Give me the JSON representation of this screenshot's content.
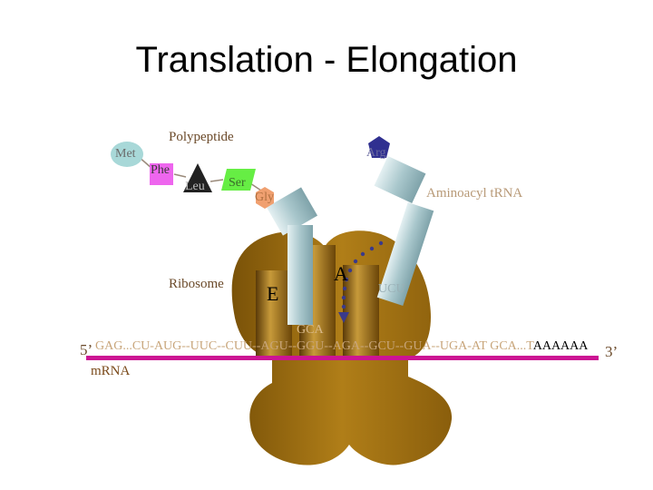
{
  "title": "Translation - Elongation",
  "labels": {
    "polypeptide": "Polypeptide",
    "aminoacyl_trna": "Aminoacyl tRNA",
    "ribosome": "Ribosome",
    "site_e": "E",
    "site_a": "A",
    "mrna": "mRNA",
    "five_prime": "5’",
    "three_prime": "3’"
  },
  "amino_acids": {
    "met": "Met",
    "phe": "Phe",
    "leu": "Leu",
    "ser": "Ser",
    "gly": "Gly",
    "arg": "Arg"
  },
  "codons": {
    "anticodon_p": "GCA",
    "anticodon_a": "UCU"
  },
  "mrna_sequence": {
    "main": "GAG...CU-AUG--UUC--CUU--AGU--GGU--AGA--GCU--GUA--UGA-AT GCA...T",
    "tail": "AAAAAA"
  },
  "colors": {
    "met": "#a8d8d8",
    "phe": "#ee66ee",
    "leu": "#222222",
    "ser": "#66ee44",
    "gly": "#f0a070",
    "arg": "#303090",
    "ribosome": "#9a6a10",
    "trna": "#a8c8cc",
    "mrna": "#cc1493",
    "arrow": "#3a3a8a"
  }
}
